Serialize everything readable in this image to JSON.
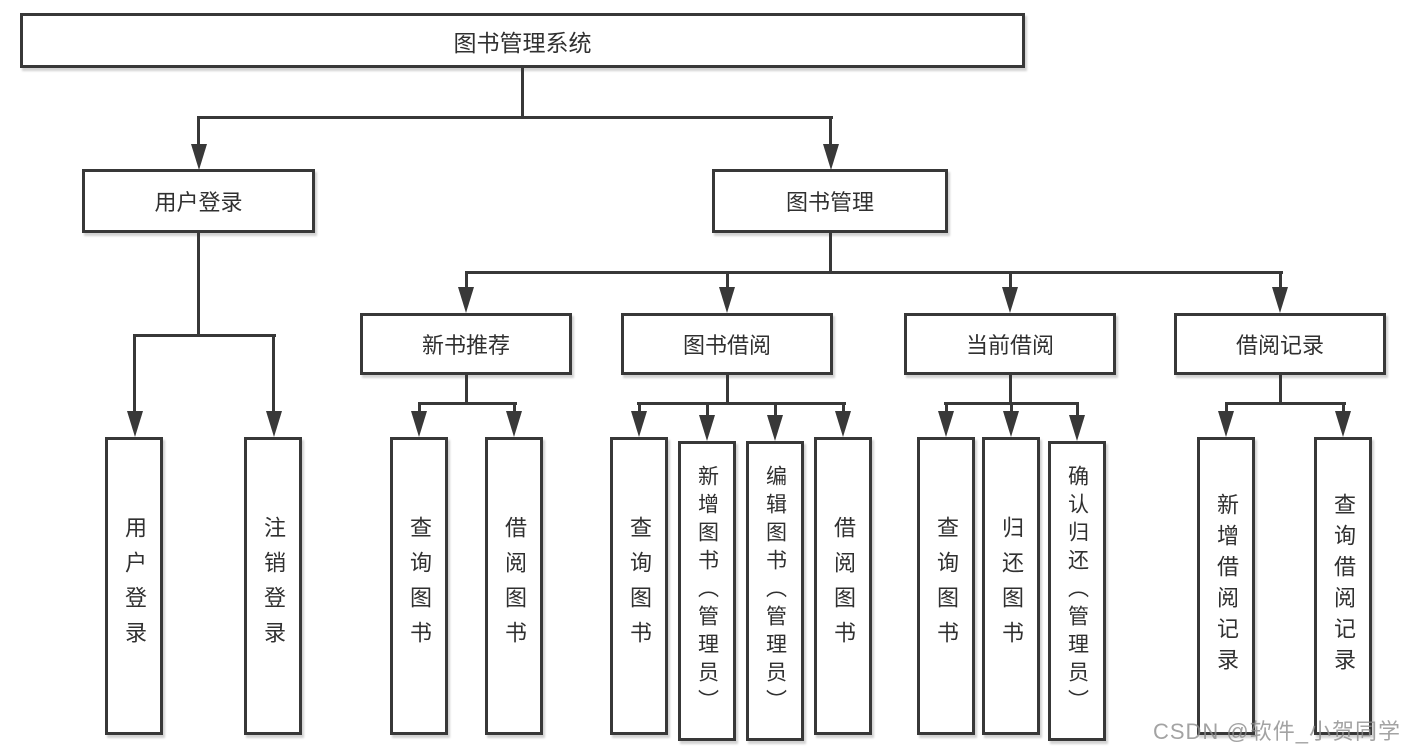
{
  "diagram": {
    "type": "hierarchy",
    "title": "图书管理系统",
    "watermark": "CSDN @软件_小贺同学",
    "colors": {
      "line": "#383838",
      "border": "#383838",
      "text": "#303030",
      "background": "#ffffff",
      "watermark": "#8c8c8c"
    },
    "nodes": {
      "root": {
        "label": "图书管理系统"
      },
      "userLogin": {
        "label": "用户登录"
      },
      "bookMgmt": {
        "label": "图书管理"
      },
      "newBookRec": {
        "label": "新书推荐"
      },
      "bookBorrow": {
        "label": "图书借阅"
      },
      "currentBorrow": {
        "label": "当前借阅"
      },
      "borrowRecord": {
        "label": "借阅记录"
      },
      "leafUserLogin": {
        "label": "用户登录"
      },
      "leafLogout": {
        "label": "注销登录"
      },
      "leafQueryBook1": {
        "label": "查询图书"
      },
      "leafBorrowBook1": {
        "label": "借阅图书"
      },
      "leafQueryBook2": {
        "label": "查询图书"
      },
      "leafAddBookAdmin": {
        "label": "新增图书（管理员）"
      },
      "leafEditBookAdmin": {
        "label": "编辑图书（管理员）"
      },
      "leafBorrowBook2": {
        "label": "借阅图书"
      },
      "leafQueryBook3": {
        "label": "查询图书"
      },
      "leafReturnBook": {
        "label": "归还图书"
      },
      "leafConfirmReturnAdmin": {
        "label": "确认归还（管理员）"
      },
      "leafAddBorrowRecord": {
        "label": "新增借阅记录"
      },
      "leafQueryBorrowRecord": {
        "label": "查询借阅记录"
      }
    },
    "edges": [
      [
        "图书管理系统",
        "用户登录"
      ],
      [
        "图书管理系统",
        "图书管理"
      ],
      [
        "用户登录",
        "用户登录"
      ],
      [
        "用户登录",
        "注销登录"
      ],
      [
        "图书管理",
        "新书推荐"
      ],
      [
        "图书管理",
        "图书借阅"
      ],
      [
        "图书管理",
        "当前借阅"
      ],
      [
        "图书管理",
        "借阅记录"
      ],
      [
        "新书推荐",
        "查询图书"
      ],
      [
        "新书推荐",
        "借阅图书"
      ],
      [
        "图书借阅",
        "查询图书"
      ],
      [
        "图书借阅",
        "新增图书（管理员）"
      ],
      [
        "图书借阅",
        "编辑图书（管理员）"
      ],
      [
        "图书借阅",
        "借阅图书"
      ],
      [
        "当前借阅",
        "查询图书"
      ],
      [
        "当前借阅",
        "归还图书"
      ],
      [
        "当前借阅",
        "确认归还（管理员）"
      ],
      [
        "借阅记录",
        "新增借阅记录"
      ],
      [
        "借阅记录",
        "查询借阅记录"
      ]
    ]
  }
}
